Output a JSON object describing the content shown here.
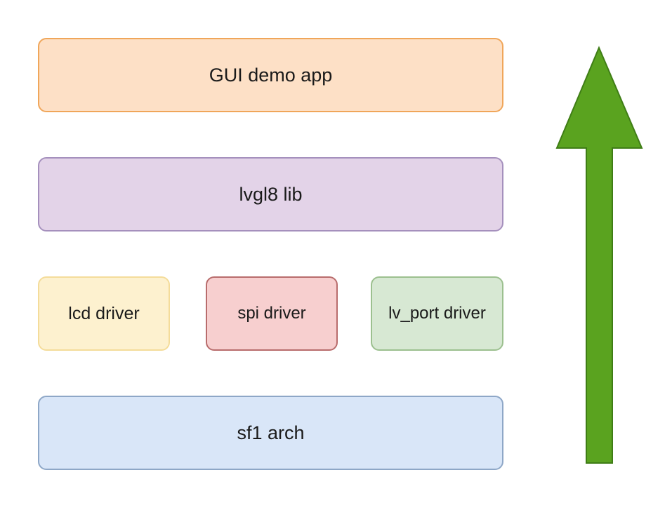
{
  "diagram": {
    "layers": {
      "app": "GUI demo app",
      "lib": "lvgl8 lib",
      "lcd_driver": "lcd driver",
      "spi_driver": "spi driver",
      "lv_port_driver": "lv_port driver",
      "arch": "sf1 arch"
    },
    "colors": {
      "app_fill": "#fde0c6",
      "app_border": "#f0a65a",
      "lib_fill": "#e3d3e8",
      "lib_border": "#a590bd",
      "lcd_fill": "#fdf1cf",
      "lcd_border": "#f4dc9a",
      "spi_fill": "#f7cfcf",
      "spi_border": "#b86c6c",
      "lvport_fill": "#d7e8d3",
      "lvport_border": "#9cc08f",
      "arch_fill": "#d9e6f8",
      "arch_border": "#8ea7c7",
      "arrow_fill": "#5aa31f",
      "arrow_border": "#3f7d16"
    },
    "arrow_direction": "up",
    "arrow_icon": "up-arrow-icon"
  }
}
